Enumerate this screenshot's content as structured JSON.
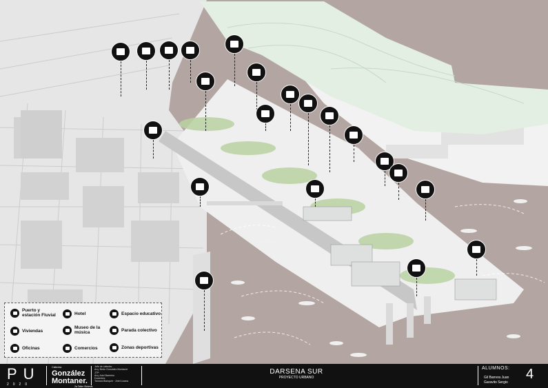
{
  "legend": {
    "items": [
      {
        "label": "Puerto y\nestación Fluvial",
        "icon": "ship-icon"
      },
      {
        "label": "Hotel",
        "icon": "hotel-icon"
      },
      {
        "label": "Espacio educativo",
        "icon": "graduation-cap-icon"
      },
      {
        "label": "Viviendas",
        "icon": "housing-icon"
      },
      {
        "label": "Museo de la\nmúsica",
        "icon": "music-museum-icon"
      },
      {
        "label": "Parada colectivo",
        "icon": "bus-stop-icon"
      },
      {
        "label": "Oficinas",
        "icon": "office-icon"
      },
      {
        "label": "Comercios",
        "icon": "shop-icon"
      },
      {
        "label": "Zonas deportivas",
        "icon": "sports-icon"
      }
    ]
  },
  "footer": {
    "logo": "PU",
    "year": "2020",
    "catedra": "Cátedra",
    "chair_name_1": "González",
    "chair_name_2": "Montaner.",
    "taller": "2a Taller Sintesis",
    "teachers": "Jefe de cátedra:\nArq. Berto González Montaner\nJTP:\nArq. Ariel Barrieiro\nDocentes:\nTamara Blanquer · Ariel Lizana",
    "project_title": "DARSENA SUR",
    "project_subtitle": "PROYECTO URBANO",
    "students_label": "ALUMNOS:",
    "students": "Gil Barrera Juan\nGaravito   Sergio",
    "sheet_number": "4"
  },
  "colors": {
    "water": "#b3a5a1",
    "park": "#e3efe4",
    "footer": "#111111"
  }
}
